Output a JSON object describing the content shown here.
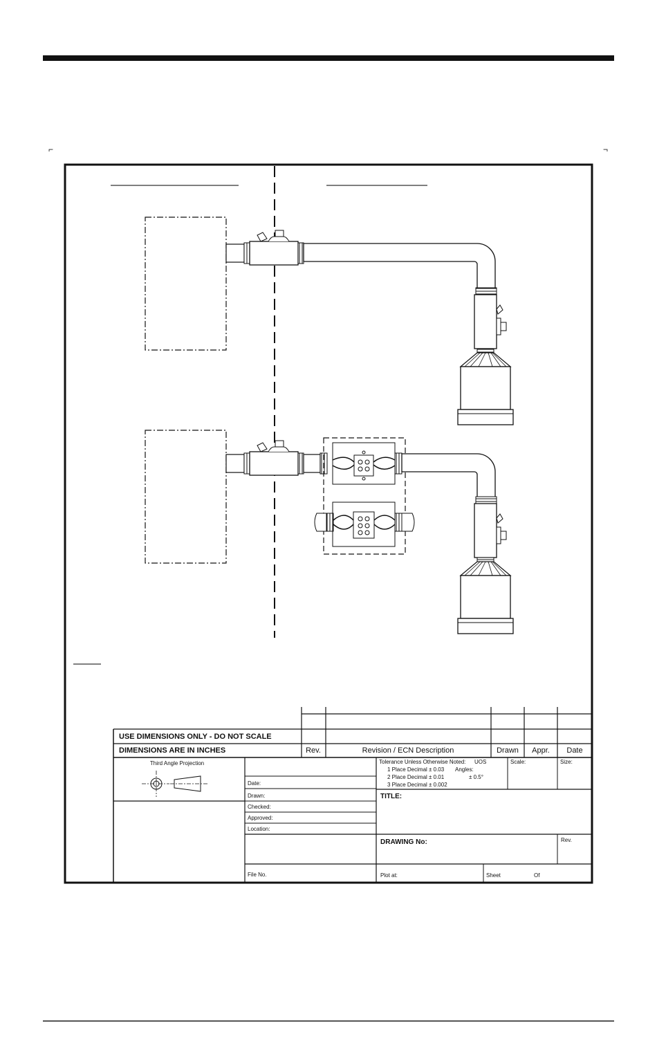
{
  "drawing": {
    "title_block": {
      "note_do_not_scale": "USE DIMENSIONS ONLY  -  DO NOT SCALE",
      "note_units": "DIMENSIONS ARE IN INCHES",
      "rev_header": "Rev.",
      "revision_header": "Revision / ECN Description",
      "drawn_header": "Drawn",
      "appr_header": "Appr.",
      "date_header": "Date",
      "projection_label": "Third Angle Projection",
      "date_label": "Date:",
      "drawn_label": "Drawn:",
      "checked_label": "Checked:",
      "approved_label": "Approved:",
      "location_label": "Location:",
      "file_no_label": "File No.",
      "tolerance_label": "Tolerance Unless Otherwise Noted:",
      "uos_label": "UOS",
      "tolerance_1": "1 Place Decimal ± 0.03",
      "angles_label": "Angles:",
      "tolerance_2": "2 Place Decimal ± 0.01",
      "angle_tolerance": "± 0.5°",
      "tolerance_3": "3 Place Decimal ± 0.002",
      "scale_label": "Scale:",
      "size_label": "Size:",
      "title_label": "TITLE:",
      "drawing_no_label": "DRAWING No:",
      "rev_label": "Rev.",
      "plot_at_label": "Plot at:",
      "sheet_label": "Sheet",
      "of_label": "Of"
    }
  }
}
